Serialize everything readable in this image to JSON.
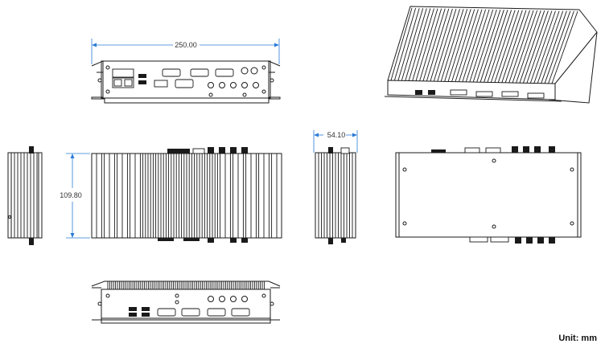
{
  "dimensions": {
    "width": "250.00",
    "height": "109.80",
    "depth": "54.10"
  },
  "unit_label": "Unit: mm",
  "colors": {
    "line": "#1a1a1a",
    "dimension": "#2a7bd8",
    "background": "#ffffff"
  }
}
